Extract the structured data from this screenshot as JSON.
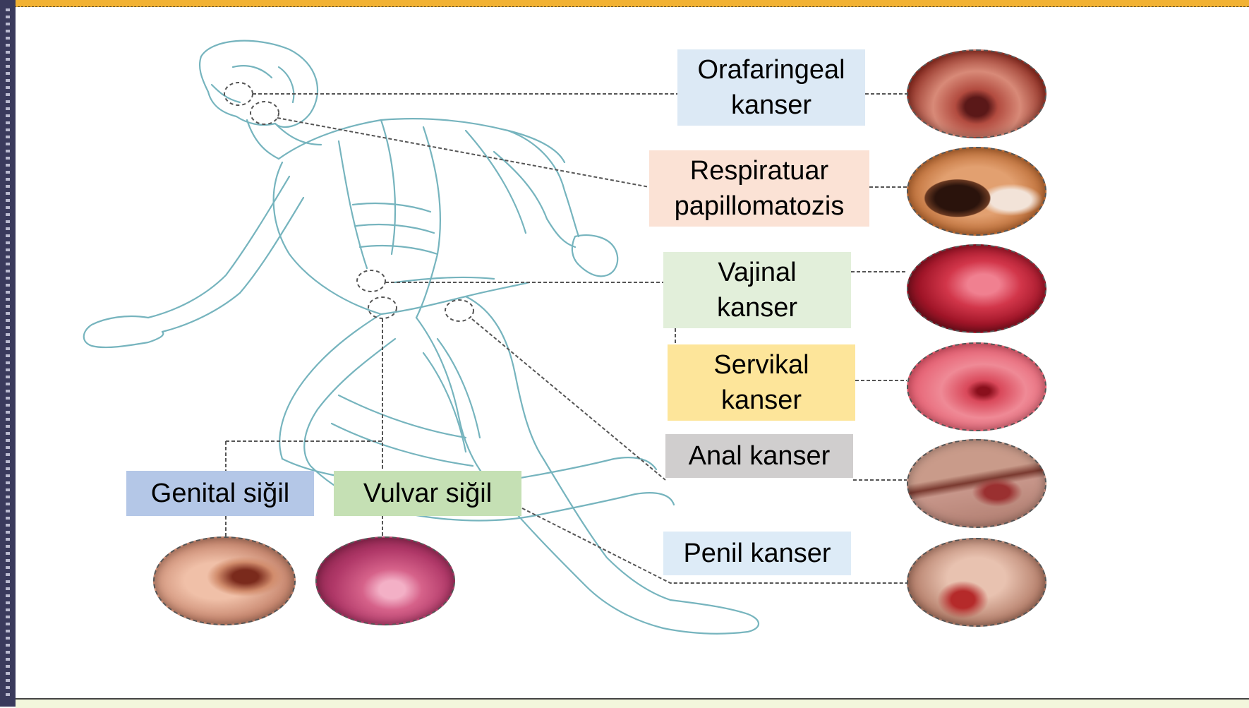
{
  "labels": {
    "orofaringeal": {
      "line1": "Orafaringeal",
      "line2": "kanser",
      "color": "#dce9f5"
    },
    "respiratuar": {
      "line1": "Respiratuar",
      "line2": "papillomatozis",
      "color": "#fbe2d5"
    },
    "vajinal": {
      "line1": "Vajinal",
      "line2": "kanser",
      "color": "#e2efda"
    },
    "servikal": {
      "line1": "Servikal",
      "line2": "kanser",
      "color": "#fde59a"
    },
    "anal": {
      "text": "Anal kanser",
      "color": "#d0cece"
    },
    "penil": {
      "text": "Penil kanser",
      "color": "#ddebf7"
    },
    "genital": {
      "text": "Genital siğil",
      "color": "#b4c7e7"
    },
    "vulvar": {
      "text": "Vulvar siğil",
      "color": "#c5e0b4"
    }
  },
  "theme": {
    "figure_line": "#5fa8b3",
    "connector": "#555555",
    "top_bar": "#f2b233",
    "left_strip": "#3a3a5c"
  }
}
